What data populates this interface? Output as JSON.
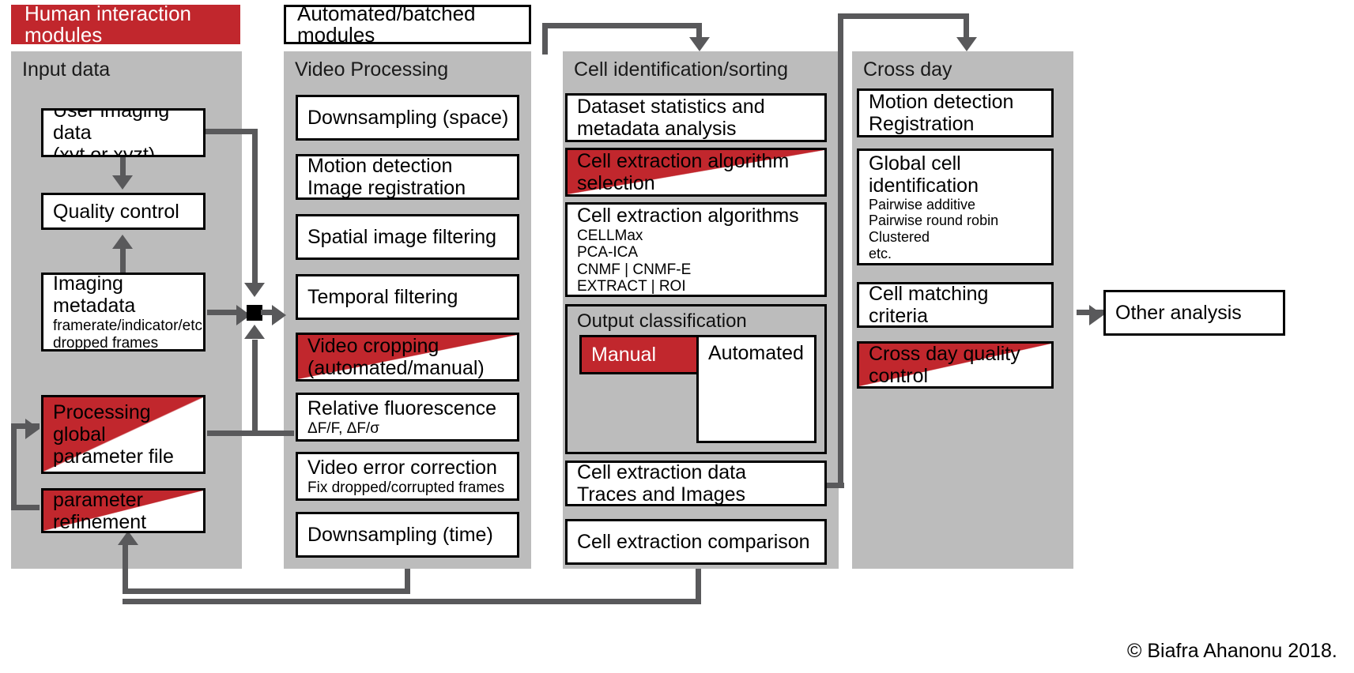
{
  "legend": {
    "human": "Human interaction modules",
    "automated": "Automated/batched modules"
  },
  "colors": {
    "human_red": "#c1272d",
    "panel_gray": "#bcbcbc",
    "connector_gray": "#59595b",
    "box_border": "#000000",
    "background": "#ffffff"
  },
  "panels": {
    "input": {
      "title": "Input data",
      "nodes": {
        "user_imaging": {
          "title": "User imaging data",
          "sub": "(xyt or xyzt)",
          "type": "automated"
        },
        "quality_control": {
          "title": "Quality control",
          "type": "automated"
        },
        "imaging_metadata": {
          "title": "Imaging metadata",
          "detail": "framerate/indicator/etc.\ndropped frames",
          "type": "automated"
        },
        "processing_global": {
          "title": "Processing global\nparameter file",
          "type": "human"
        },
        "parameter_refinement": {
          "title": "parameter\nrefinement",
          "type": "human"
        }
      }
    },
    "video": {
      "title": "Video Processing",
      "nodes": [
        {
          "title": "Downsampling  (space)",
          "type": "automated"
        },
        {
          "title": "Motion detection\nImage registration",
          "type": "automated"
        },
        {
          "title": "Spatial image  filtering",
          "type": "automated"
        },
        {
          "title": "Temporal filtering",
          "type": "automated"
        },
        {
          "title": "Video cropping\n(automated/manual)",
          "type": "human"
        },
        {
          "title": "Relative fluorescence",
          "detail": "ΔF/F, ΔF/σ",
          "type": "automated"
        },
        {
          "title": "Video error correction",
          "detail": "Fix dropped/corrupted frames",
          "type": "automated"
        },
        {
          "title": "Downsampling  (time)",
          "type": "automated"
        }
      ]
    },
    "cell": {
      "title": "Cell identification/sorting",
      "nodes": [
        {
          "title": "Dataset statistics and\nmetadata analysis",
          "type": "automated"
        },
        {
          "title": "Cell extraction algorithm\nselection",
          "type": "human"
        },
        {
          "title": "Cell extraction algorithms",
          "detail": "CELLMax\nPCA-ICA\nCNMF | CNMF-E\nEXTRACT | ROI",
          "type": "automated"
        },
        {
          "title": "Cell extraction data\nTraces and Images",
          "type": "automated"
        },
        {
          "title": "Cell extraction comparison",
          "type": "automated"
        }
      ],
      "output_classification": {
        "title": "Output classification",
        "manual": "Manual",
        "automated": "Automated"
      }
    },
    "crossday": {
      "title": "Cross day",
      "nodes": [
        {
          "title": "Motion detection\nRegistration",
          "type": "automated"
        },
        {
          "title": "Global cell\nidentification",
          "detail": "Pairwise additive\nPairwise round robin\nClustered\netc.",
          "type": "automated"
        },
        {
          "title": "Cell matching criteria",
          "type": "automated"
        },
        {
          "title": "Cross day quality\ncontrol",
          "type": "human"
        }
      ]
    }
  },
  "other_analysis": {
    "title": "Other analysis"
  },
  "copyright": "© Biafra Ahanonu 2018."
}
